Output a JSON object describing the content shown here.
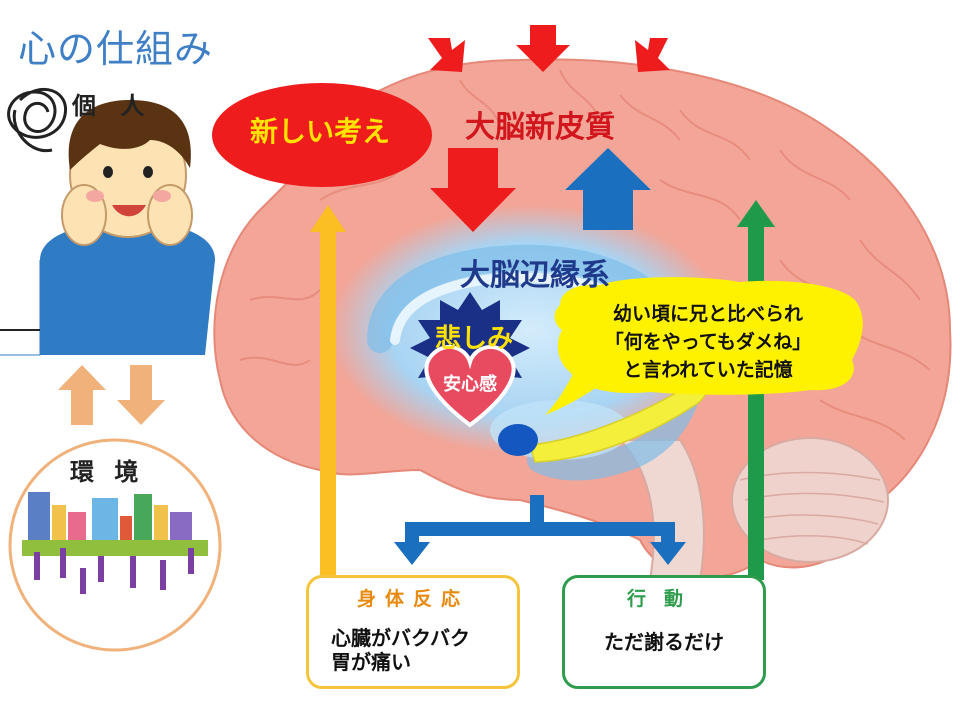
{
  "title": "心の仕組み",
  "person": {
    "label": "個 人"
  },
  "environment": {
    "label": "環 境"
  },
  "brain": {
    "new_thought": "新しい考え",
    "neocortex": "大脳新皮質",
    "limbic": "大脳辺縁系",
    "sadness": "悲しみ",
    "safety": "安心感",
    "memory_lines": [
      "幼い頃に兄と比べられ",
      "「何をやってもダメね」",
      "と言われていた記憶"
    ]
  },
  "boxes": {
    "body_reaction": {
      "title": "身体反応",
      "lines": [
        "心臓がバクバク",
        "胃が痛い"
      ]
    },
    "action": {
      "title": "行動",
      "text": "ただ謝るだけ"
    }
  },
  "colors": {
    "red_arrow": "#ee1c1c",
    "blue_arrow": "#1a6fbf",
    "yellow_arrow": "#fbbf24",
    "green_arrow": "#1f9a4a",
    "brain": "#f3a597",
    "limbic": "#a9d5f2",
    "title": "#3f7fc6"
  }
}
